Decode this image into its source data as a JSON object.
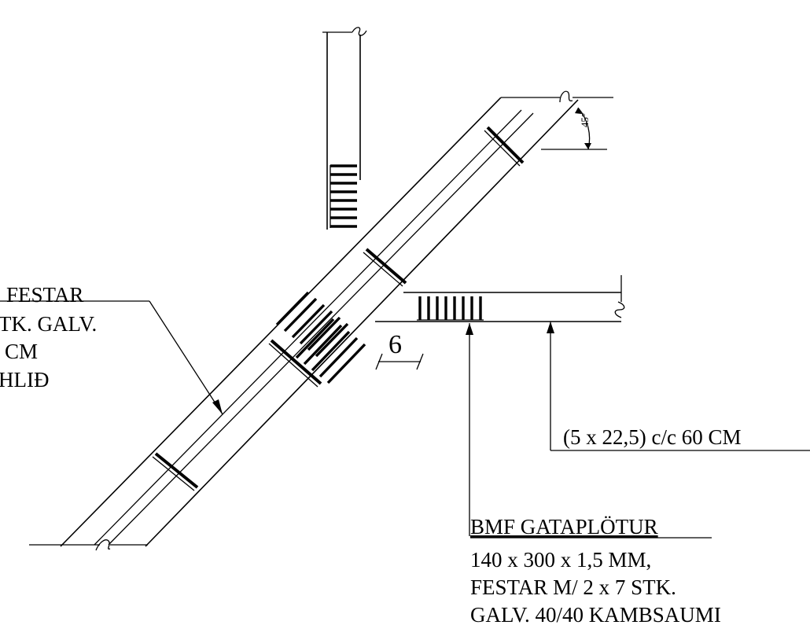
{
  "labels": {
    "left_line1": "FESTAR",
    "left_line2": "TK. GALV.",
    "left_line3": "CM",
    "left_line4": "HLIÐ",
    "spacing": "(5 x 22,5) c/c 60 CM",
    "dim_value": "6",
    "angle": "45°",
    "plate_title": "BMF GATAPLÖTUR",
    "plate_line2": "140 x 300 x 1,5 MM,",
    "plate_line3": "FESTAR M/ 2 x 7 STK.",
    "plate_line4": "GALV. 40/40 KAMBSAUMI"
  }
}
